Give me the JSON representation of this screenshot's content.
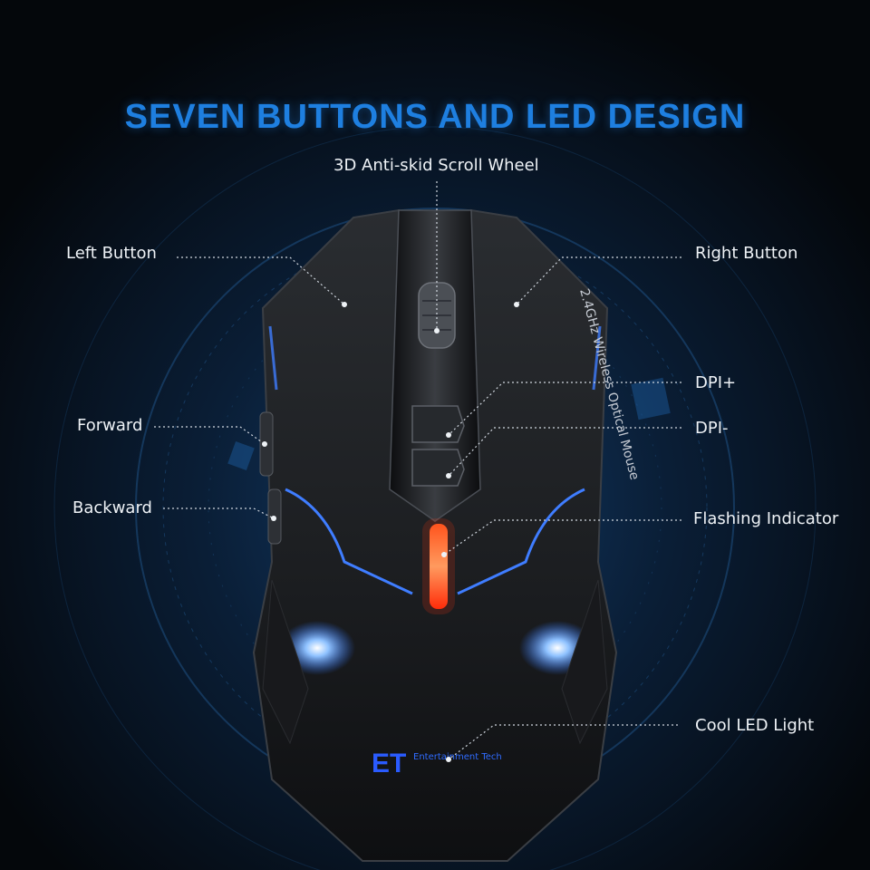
{
  "title": "SEVEN BUTTONS AND LED DESIGN",
  "labels": {
    "scroll_wheel": "3D Anti-skid Scroll Wheel",
    "left_button": "Left Button",
    "right_button": "Right Button",
    "forward": "Forward",
    "backward": "Backward",
    "dpi_plus": "DPI+",
    "dpi_minus": "DPI-",
    "flashing_indicator": "Flashing Indicator",
    "cool_led_light": "Cool LED Light"
  },
  "mouse_text": {
    "side_print": "2.4GHz Wireless Optical Mouse",
    "logo": "ET",
    "brand": "Entertainment Tech"
  },
  "colors": {
    "title": "#1e7fe0",
    "led_blue": "#3f7dff",
    "indicator_red": "#ff3a12",
    "background": "#05080d"
  }
}
